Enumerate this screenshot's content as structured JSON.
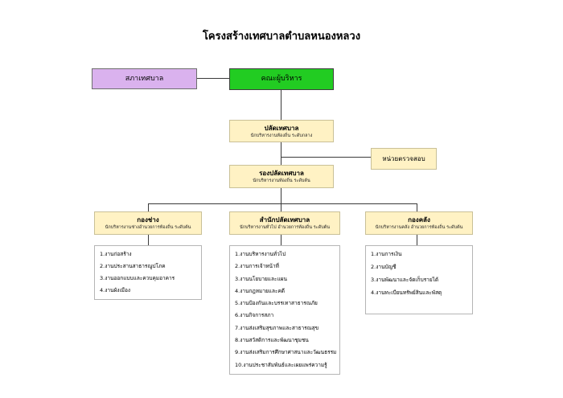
{
  "title": "โครงสร้างเทศบาลตำบลหนองหลวง",
  "council": {
    "name": "สภาเทศบาล"
  },
  "executives": {
    "name": "คณะผู้บริหาร"
  },
  "palad": {
    "name": "ปลัดเทศบาล",
    "sub": "นักบริหารงานท้องถิ่น ระดับกลาง"
  },
  "audit": {
    "name": "หน่วยตรวจสอบ"
  },
  "deputy": {
    "name": "รองปลัดเทศบาล",
    "sub": "นักบริหารงานท้องถิ่น ระดับต้น"
  },
  "divisions": [
    {
      "name": "กองช่าง",
      "sub": "นักบริหารงานช่างอำนวยการท้องถิ่น ระดับต้น",
      "items": [
        "1.งานก่อสร้าง",
        "2.งานประสานสาธารณูปโภค",
        "3.งานออกแบบและควบคุมอาคาร",
        "4.งานผังเมือง"
      ]
    },
    {
      "name": "สำนักปลัดเทศบาล",
      "sub": "นักบริหารงานทั่วไป อำนวยการท้องถิ่น ระดับต้น",
      "items": [
        "1.งานบริหารงานทั่วไป",
        "2.งานการเจ้าหน้าที่",
        "3.งานนโยบายและแผน",
        "4.งานกฎหมายและคดี",
        "5.งานป้องกันและบรรเทาสาธารณภัย",
        "6.งานกิจการสภา",
        "7.งานส่งเสริมสุขภาพและสาธารณสุข",
        "8.งานสวัสดิการและพัฒนาชุมชน",
        "9.งานส่งเสริมการศึกษาศาสนาและวัฒนธรรม",
        "10.งานประชาสัมพันธ์และเผยแพร่ความรู้"
      ]
    },
    {
      "name": "กองคลัง",
      "sub": "นักบริหารงานคลัง อำนวยการท้องถิ่น ระดับต้น",
      "items": [
        "1.งานการเงิน",
        "2.งานบัญชี",
        "3.งานพัฒนาและจัดเก็บรายได้",
        "4.งานทะเบียนทรัพย์สินและพัสดุ"
      ]
    }
  ]
}
